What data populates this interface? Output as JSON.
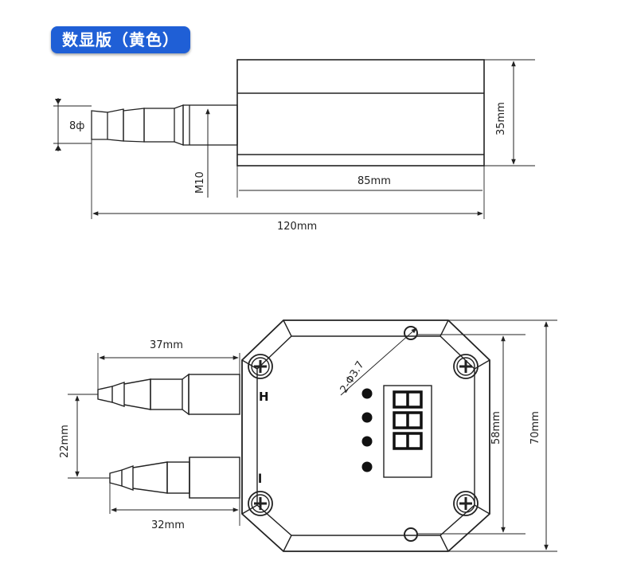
{
  "title": "数显版（黄色）",
  "side_view": {
    "diameter_label": "8ф",
    "thread_label": "M10",
    "body_length_label": "85mm",
    "total_length_label": "120mm",
    "height_label": "35mm"
  },
  "front_view": {
    "upper_nozzle_label": "37mm",
    "lower_nozzle_label": "32mm",
    "spacing_label": "22mm",
    "hole_label": "2-Φ3.7",
    "inner_height_label": "58mm",
    "outer_height_label": "70mm",
    "port_high": "H",
    "port_low": "l",
    "display_digits": "000"
  },
  "colors": {
    "title_background": "#1f5fd6",
    "line": "#222222"
  }
}
